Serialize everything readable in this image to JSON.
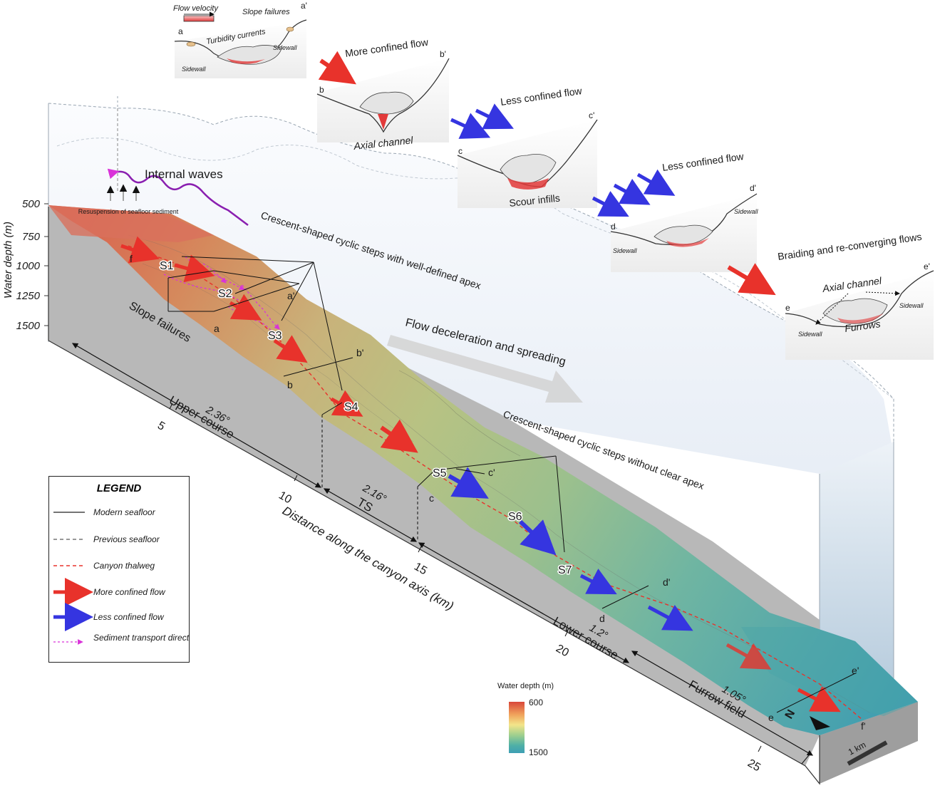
{
  "depth_axis": {
    "label": "Water depth (m)",
    "ticks": [
      "500",
      "750",
      "1000",
      "1250",
      "1500"
    ]
  },
  "distance_axis": {
    "label": "Distance along the canyon axis (km)",
    "ticks": [
      "5",
      "10",
      "15",
      "20",
      "25"
    ]
  },
  "courses": [
    {
      "name": "Upper course",
      "gradient": "2.36°"
    },
    {
      "name": "TS",
      "gradient": "2.16°"
    },
    {
      "name": "Lower course",
      "gradient": "1.2°"
    },
    {
      "name": "Furrow field",
      "gradient": "1.05°"
    }
  ],
  "annotations": {
    "internal_waves": "Internal waves",
    "resuspension": "Resuspension of seafloor sediment",
    "slope_failures": "Slope failures",
    "crescent_apex": "Crescent-shaped cyclic steps with well-defined apex",
    "crescent_no_apex": "Crescent-shaped cyclic steps without clear apex",
    "flow_decel": "Flow deceleration and spreading"
  },
  "steps": [
    "S1",
    "S2",
    "S3",
    "S4",
    "S5",
    "S6",
    "S7"
  ],
  "profile_letters": {
    "a": "a",
    "a2": "a'",
    "b": "b",
    "b2": "b'",
    "c": "c",
    "c2": "c'",
    "d": "d",
    "d2": "d'",
    "e": "e",
    "e2": "e'",
    "f": "f",
    "f2": "f'"
  },
  "panels": {
    "a": {
      "flow_velocity": "Flow velocity",
      "slope_failures": "Slope failures",
      "turbidity": "Turbidity currents",
      "sidewall_left": "Sidewall",
      "sidewall_right": "Sidewall"
    },
    "b": {
      "title": "More confined flow",
      "label": "Axial channel"
    },
    "c": {
      "title": "Less confined flow",
      "label": "Scour infills"
    },
    "d": {
      "title": "Less confined flow",
      "sidewall_left": "Sidewall",
      "sidewall_right": "Sidewall"
    },
    "e": {
      "title": "Braiding and re-converging flows",
      "label_top": "Axial channel",
      "label_bottom": "Furrows",
      "sidewall_left": "Sidewall",
      "sidewall_right": "Sidewall"
    }
  },
  "legend": {
    "title": "LEGEND",
    "items": [
      {
        "label": "Modern seafloor",
        "style": "solid",
        "color": "#222222"
      },
      {
        "label": "Previous seafloor",
        "style": "dashed",
        "color": "#777777"
      },
      {
        "label": "Canyon thalweg",
        "style": "dashed",
        "color": "#e8322b"
      },
      {
        "label": "More confined flow",
        "style": "arrow",
        "color": "#e8322b"
      },
      {
        "label": "Less confined flow",
        "style": "arrow",
        "color": "#3535e0"
      },
      {
        "label": "Sediment transport direction",
        "style": "dotted-arrow",
        "color": "#d933d9"
      }
    ]
  },
  "colorbar": {
    "title": "Water depth (m)",
    "min_label": "600",
    "max_label": "1500",
    "colors": [
      "#d9473a",
      "#f0a35c",
      "#f3e58a",
      "#9fcf8e",
      "#4fb0a6",
      "#3d9fb5"
    ]
  },
  "scale_bar": "1 km",
  "north": "N"
}
